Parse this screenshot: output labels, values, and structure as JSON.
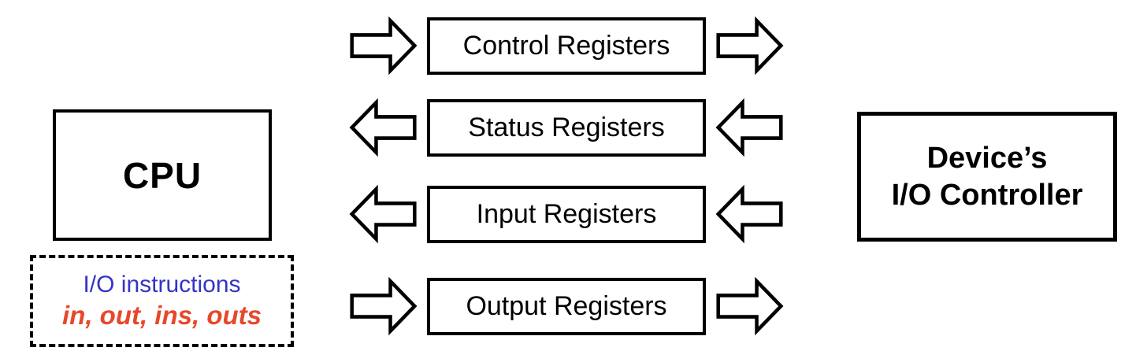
{
  "diagram": {
    "title_implicit": "CPU to Device I/O Controller register communication",
    "cpu": {
      "label": "CPU"
    },
    "cpu_instructions": {
      "line1": "I/O instructions",
      "line2": "in, out, ins, outs"
    },
    "controller": {
      "line1": "Device’s",
      "line2": "I/O Controller"
    },
    "registers": {
      "rows": [
        {
          "label": "Control Registers",
          "direction": "right"
        },
        {
          "label": "Status Registers",
          "direction": "left"
        },
        {
          "label": "Input Registers",
          "direction": "left"
        },
        {
          "label": "Output Registers",
          "direction": "right"
        }
      ]
    },
    "colors": {
      "instructions_label": "#3434c8",
      "instructions_mnemonics": "#e8472a",
      "outline": "#000000",
      "background": "#ffffff"
    }
  }
}
